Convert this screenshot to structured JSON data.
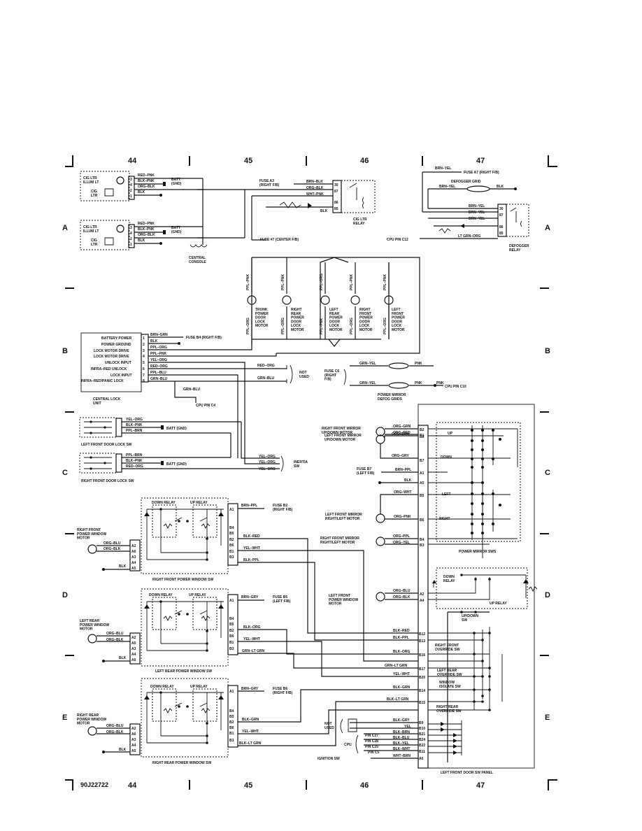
{
  "page": {
    "diagram_id": "90J22722",
    "zones_top": [
      "44",
      "45",
      "46",
      "47"
    ],
    "zones_bottom": [
      "44",
      "45",
      "46",
      "47"
    ],
    "row_letters": [
      "A",
      "B",
      "C",
      "D",
      "E"
    ]
  },
  "cig": {
    "illum1": "CIG LTR\nILLUM LT",
    "ltr1": "CIG\nLTR",
    "illum2": "CIG LTR\nILLUM LT",
    "ltr2": "CIG\nLTR",
    "w_red_pnk": "RED–PNK",
    "w_blk_pnk": "BLK–PNK",
    "w_org_blk": "ORG–BLK",
    "w_blk": "BLK",
    "batt": "BATT\n(GND)",
    "console": "CENTRAL\nCONSOLE",
    "pins": [
      "3",
      "4",
      "2",
      "1"
    ]
  },
  "cig_relay": {
    "fuse_a3": "FUSE A3\n(RIGHT F/B)",
    "w_brn_blk": "BRN–BLK",
    "w_org_blk": "ORG–BLK",
    "w_wht_pnk": "WHT–PNK",
    "w_blk": "BLK",
    "pins": [
      "30",
      "87",
      "86",
      "85"
    ],
    "name": "CIG LTR\nRELAY",
    "fuse7": "FUSE #7 (CENTER F/B)"
  },
  "defogger": {
    "w_brn_yel_top": "BRN–YEL",
    "fuse_a7": "FUSE A7 (RIGHT F/B)",
    "grid": "DEFOGGER GRID",
    "w_brn_yel": "BRN–YEL",
    "w_blk": "BLK",
    "w1": "BRN–YEL",
    "w2": "BRN–YEL",
    "w3": "BRN–YEL",
    "pins": [
      "30",
      "87",
      "86",
      "85"
    ],
    "w_lt_grn_org": "LT GRN–ORG",
    "cpu_pin": "CPU PIN C12",
    "relay": "DEFOGGER\nRELAY"
  },
  "lock_motors": {
    "top_wires": [
      "PPL–PNK",
      "PPL–PNK",
      "PPL–ORG",
      "PPL–PNK",
      "PPL–PNK"
    ],
    "bot_wires": [
      "PPL–ORG",
      "PPL–ORG",
      "PPL–PNK",
      "PPL–ORG",
      "PPL–ORG"
    ],
    "names": [
      "TRUNK\nPOWER\nDOOR\nLOCK\nMOTOR",
      "RIGHT\nREAR\nPOWER\nDOOR\nLOCK\nMOTOR",
      "LEFT\nREAR\nPOWER\nDOOR\nLOCK\nMOTOR",
      "RIGHT\nFRONT\nPOWER\nDOOR\nLOCK\nMOTOR",
      "LEFT\nFRONT\nPOWER\nDOOR\nLOCK\nMOTOR"
    ]
  },
  "clu": {
    "labels": [
      "BATTERY POWER",
      "POWER GROUND",
      "LOCK MOTOR DRIVE",
      "LOCK MOTOR DRIVE",
      "UNLOCK INPUT",
      "INFRA–RED UNLOCK",
      "LOCK INPUT",
      "INFRA–RED/PANIC LOCK"
    ],
    "pins": [
      "1",
      "2",
      "3",
      "4",
      "5",
      "6",
      "7",
      "8"
    ],
    "wires": [
      "BRN–GRN",
      "BLK",
      "PPL–ORG",
      "PPL–PNK",
      "YEL–ORG",
      "RED–ORG",
      "PPL–BLU",
      "GRN–BLU"
    ],
    "fuse_b4": "FUSE B4 (RIGHT F/B)",
    "w_grn_blu": "GRN–BLU",
    "cpu_c4": "CPU PIN C4",
    "name": "CENTRAL LOCK\nUNIT",
    "red_org": "RED–ORG",
    "grn_blu": "GRN–BLU",
    "not_used": "NOT\nUSED"
  },
  "mirror_defog": {
    "fuse_c6": "FUSE C6\n(RIGHT\nF/B)",
    "w1": "GRN–YEL",
    "w2": "GRN–YEL",
    "pnk1": "PNK",
    "pnk2": "PNK",
    "pnk3": "PNK",
    "cpu_c10": "CPU PIN C10",
    "name": "POWER MIRROR\nDEFOG GRIDS"
  },
  "door_lock_sws": {
    "left_wires": [
      "YEL–ORG",
      "BLK–PNK",
      "PPL–BRN"
    ],
    "left_batt": "BATT (GND)",
    "left_name": "LEFT FRONT DOOR LOCK SW",
    "right_wires": [
      "PPL–BRN",
      "BLK–PNK",
      "RED–ORG"
    ],
    "right_batt": "BATT (GND)",
    "right_name": "RIGHT FRONT DOOR LOCK SW",
    "inertia_wires": [
      "YEL–ORG",
      "YEL–ORG",
      "YEL–ORG"
    ],
    "inertia": "INERTIA\nSW"
  },
  "mirrors": {
    "rf_updown": "RIGHT FRONT MIRROR\nUP/DOWN MOTOR",
    "rf_w1": "ORG–GRN",
    "rf_w2": "ORG–RED",
    "lf_updown": "LEFT FRONT MIRROR\nUP/DOWN MOTOR",
    "lf_w1": "ORG–BRN",
    "lf_w2": "ORG–GRY",
    "fuse_b7": "FUSE B7\n(LEFT F/B)",
    "brn_ppl": "BRN–PPL",
    "blk": "BLK",
    "lf_rl": "LEFT FRONT MIRROR\nRIGHT/LEFT MOTOR",
    "lf_rl_w1": "ORG–WHT",
    "lf_rl_w2": "ORG–PNK",
    "rf_rl": "RIGHT FRONT MIRROR\nRIGHT/LEFT MOTOR",
    "rf_rl_w1": "ORG–PPL",
    "rf_rl_w2": "ORG–YEL",
    "up": "UP",
    "down": "DOWN",
    "left": "LEFT",
    "right": "RIGHT",
    "sws": "POWER MIRROR SWS",
    "pins": [
      "B2",
      "B1",
      "B8",
      "B7",
      "A1",
      "A5",
      "B5",
      "B6",
      "B4",
      "B3"
    ]
  },
  "rf_window": {
    "down_relay": "DOWN RELAY",
    "up_relay": "UP RELAY",
    "motor": "RIGHT FRONT\nPOWER WINDOW\nMOTOR",
    "w_org_blu": "ORG–BLU",
    "w_org_blk": "ORG–BLK",
    "w_blk": "BLK",
    "w_brn_ppl": "BRN–PPL",
    "fuse": "FUSE B2\n(RIGHT F/B)",
    "outs": [
      "BLK–RED",
      "YEL–WHT",
      "BLK–PPL"
    ],
    "pins_l": [
      "A2",
      "A6",
      "A3",
      "A4",
      "A5"
    ],
    "pins_r": [
      "A1",
      "B4",
      "B5",
      "B2",
      "B6",
      "B1",
      "B3"
    ],
    "name": "RIGHT FRONT POWER WINDOW SW"
  },
  "lr_window": {
    "down_relay": "DOWN RELAY",
    "up_relay": "UP RELAY",
    "motor": "LEFT REAR\nPOWER WINDOW\nMOTOR",
    "w_org_blu": "ORG–BLU",
    "w_org_blk": "ORG–BLK",
    "w_blk": "BLK",
    "w_brn_gry": "BRN–GRY",
    "fuse": "FUSE B5\n(LEFT F/B)",
    "outs": [
      "BLK–ORG",
      "YEL–WHT",
      "GRN–LT GRN"
    ],
    "pins_l": [
      "A2",
      "A5",
      "A3",
      "A4",
      "A6"
    ],
    "pins_r": [
      "A1",
      "B4",
      "B5",
      "B2",
      "B6",
      "B1",
      "B3"
    ],
    "name": "LEFT REAR POWER WINDOW SW"
  },
  "rr_window": {
    "down_relay": "DOWN RELAY",
    "up_relay": "UP RELAY",
    "motor": "RIGHT REAR\nPOWER WINDOW\nMOTOR",
    "w_org_blu": "ORG–BLU",
    "w_org_blk": "ORG–BLK",
    "w_blk": "BLK",
    "w_brn_gry": "BRN–GRY",
    "fuse": "FUSE B6\n(RIGHT F/B)",
    "outs": [
      "BLK–GRN",
      "YEL–WHT",
      "BLK–LT GRN"
    ],
    "pins_l": [
      "A2",
      "A6",
      "A3",
      "A4",
      "A5"
    ],
    "pins_r": [
      "A1",
      "B4",
      "B5",
      "B2",
      "B6",
      "B1",
      "B3"
    ],
    "name": "RIGHT REAR POWER WINDOW SW"
  },
  "lf_panel": {
    "motor": "LEFT FRONT\nPOWER WINDOW\nMOTOR",
    "w_org_blu": "ORG–BLU",
    "w_org_blk": "ORG–BLK",
    "down_relay": "DOWN\nRELAY",
    "up_relay": "UP RELAY",
    "updown": "UP/DOWN\nSW",
    "wires": [
      "BLK–RED",
      "BLK–PPL",
      "BLK–ORG",
      "GRN–LT GRN",
      "YEL–WHT",
      "BLK–GRN",
      "BLK–LT GRN",
      "BLK–GRY",
      "YEL",
      "BLK–BRN",
      "BLK–BLU",
      "BLK–YEL",
      "BLK–WHT",
      "WHT–BRN"
    ],
    "pins": [
      "A2",
      "A4",
      "B12",
      "B13",
      "B16",
      "B17",
      "B20",
      "B14",
      "B15",
      "B9",
      "B10",
      "B21",
      "B24",
      "B22",
      "B11",
      "A6"
    ],
    "rf_override": "RIGHT FRONT\nOVERRIDE SW",
    "lr_override": "LEFT REAR\nOVERRIDE SW",
    "isolate": "WINDOW\nISOLATE SW",
    "rr_override": "RIGHT REAR\nOVERRIDE SW",
    "not_used": "NOT\nUSED",
    "cpu": "CPU",
    "cpu_pins": [
      "PIN C27",
      "PIN C28",
      "PIN C25",
      "PIN C5"
    ],
    "ignition": "IGNITION SW",
    "name": "LEFT FRONT DOOR SW PANEL"
  }
}
